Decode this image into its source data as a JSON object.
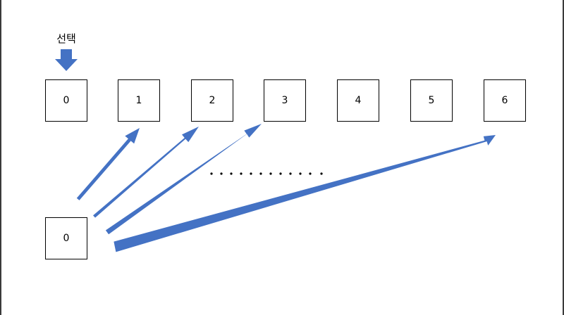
{
  "select_label": "선택",
  "top_row": [
    "0",
    "1",
    "2",
    "3",
    "4",
    "5",
    "6"
  ],
  "source_cell": "0",
  "colors": {
    "arrow_fill": "#4472C4",
    "box_border": "#000000"
  }
}
